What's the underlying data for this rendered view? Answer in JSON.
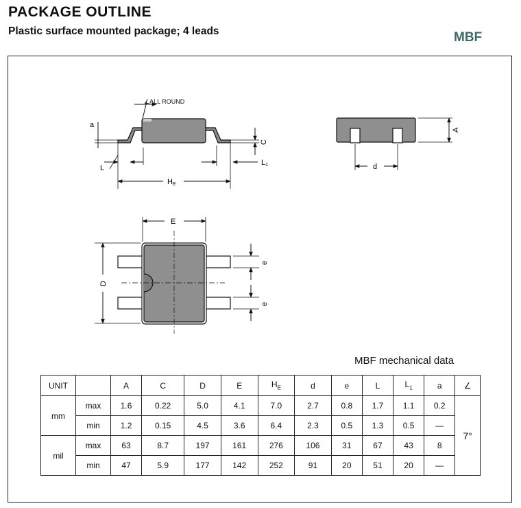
{
  "header": {
    "title": "PACKAGE  OUTLINE",
    "subtitle": "Plastic surface mounted package; 4 leads",
    "package_code": "MBF"
  },
  "drawing": {
    "note": "∠ALL ROUND",
    "dim_labels": {
      "a": "a",
      "L": "L",
      "HE": "H",
      "HE_sub": "E",
      "C": "C",
      "L1": "L",
      "L1_sub": "1",
      "A": "A",
      "d": "d",
      "E": "E",
      "D": "D",
      "e1": "e",
      "e2": "e"
    }
  },
  "table": {
    "caption": "MBF mechanical data",
    "header": {
      "unit": "UNIT",
      "columns": [
        "A",
        "C",
        "D",
        "E",
        "H",
        "d",
        "e",
        "L",
        "L",
        "a",
        "∠"
      ],
      "subscripts": [
        "",
        "",
        "",
        "",
        "E",
        "",
        "",
        "",
        "1",
        "",
        ""
      ]
    },
    "groups": [
      {
        "unit": "mm",
        "rows": [
          {
            "label": "max",
            "values": [
              "1.6",
              "0.22",
              "5.0",
              "4.1",
              "7.0",
              "2.7",
              "0.8",
              "1.7",
              "1.1",
              "0.2"
            ]
          },
          {
            "label": "min",
            "values": [
              "1.2",
              "0.15",
              "4.5",
              "3.6",
              "6.4",
              "2.3",
              "0.5",
              "1.3",
              "0.5",
              "—"
            ]
          }
        ]
      },
      {
        "unit": "mil",
        "rows": [
          {
            "label": "max",
            "values": [
              "63",
              "8.7",
              "197",
              "161",
              "276",
              "106",
              "31",
              "67",
              "43",
              "8"
            ]
          },
          {
            "label": "min",
            "values": [
              "47",
              "5.9",
              "177",
              "142",
              "252",
              "91",
              "20",
              "51",
              "20",
              "—"
            ]
          }
        ]
      }
    ],
    "angle": "7°"
  }
}
